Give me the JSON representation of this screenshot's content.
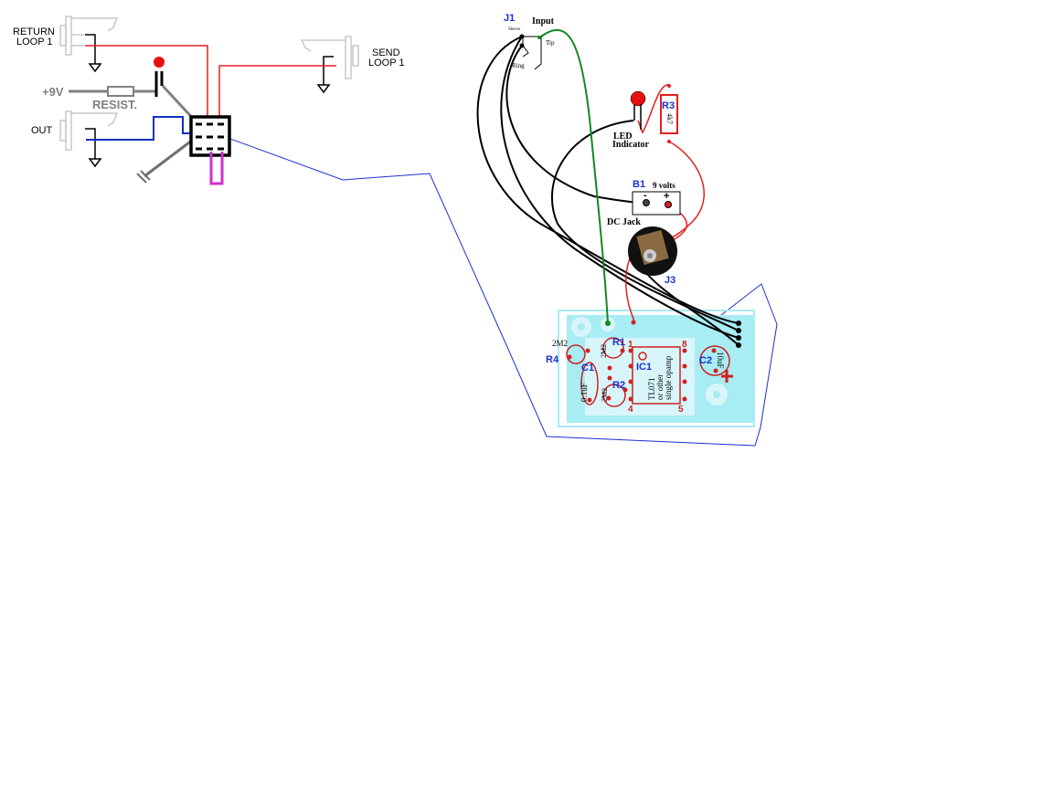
{
  "left_diagram": {
    "return_loop": [
      "RETURN",
      "LOOP 1"
    ],
    "send_loop": [
      "SEND",
      "LOOP 1"
    ],
    "plus9v": "+9V",
    "resist": "RESIST.",
    "out": "OUT"
  },
  "pedal_layout": {
    "j1": "J1",
    "input": "Input",
    "sleeve": "Sleeve",
    "tip": "Tip",
    "ring": "Ring",
    "led": [
      "LED",
      "Indicator"
    ],
    "r3": "R3",
    "r3_value": "4k7",
    "b1": "B1",
    "volts": "9 volts",
    "minus": "-",
    "plus": "+",
    "dc_jack": "DC Jack",
    "j3": "J3"
  },
  "pcb": {
    "r4_value": "2M2",
    "r4": "R4",
    "c1": "C1",
    "c1_value": "0.1uF",
    "r1": "R1",
    "r1_value": "2M2",
    "r2": "R2",
    "r2_value": "2M2",
    "ic1": "IC1",
    "ic_text": [
      "TL071",
      "or other",
      "single opamp"
    ],
    "pin1": "1",
    "pin8": "8",
    "pin4": "4",
    "pin5": "5",
    "c2": "C2",
    "c2_value": "10uF",
    "polarity": "+"
  },
  "colors": {
    "red": "#e02020",
    "blue": "#1030c0",
    "green": "#108a20",
    "cyan": "#a8ecf4",
    "magenta": "#d030d0"
  }
}
